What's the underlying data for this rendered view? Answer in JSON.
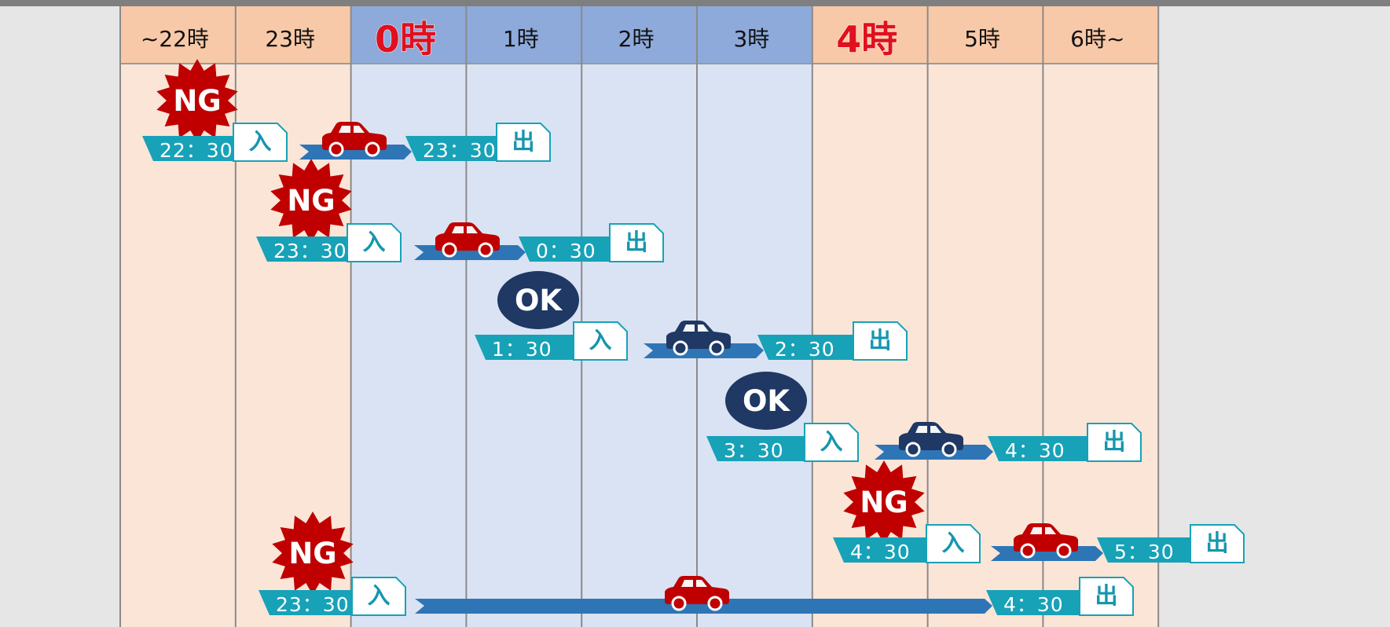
{
  "colors": {
    "outside_bg": "#fbe5d7",
    "inside_bg": "#dae3f3",
    "outside_header": "#f8c9a8",
    "inside_header": "#8eaadb",
    "time_label": "#17a2b8",
    "bar": "#2e75b6",
    "ng": "#c00000",
    "ok": "#1f3864",
    "car_ng": "#c00000",
    "car_ok": "#1f3864"
  },
  "header": {
    "columns": [
      {
        "label": "~22時",
        "big": false,
        "zone": "outside"
      },
      {
        "label": "23時",
        "big": false,
        "zone": "outside"
      },
      {
        "label": "0時",
        "big": true,
        "zone": "inside"
      },
      {
        "label": "1時",
        "big": false,
        "zone": "inside"
      },
      {
        "label": "2時",
        "big": false,
        "zone": "inside"
      },
      {
        "label": "3時",
        "big": false,
        "zone": "inside"
      },
      {
        "label": "4時",
        "big": true,
        "zone": "outside"
      },
      {
        "label": "5時",
        "big": false,
        "zone": "outside"
      },
      {
        "label": "6時~",
        "big": false,
        "zone": "outside"
      }
    ]
  },
  "parking_rows": [
    {
      "status": "NG",
      "in_time": "22：30",
      "in_tag": "入",
      "out_time": "23：30",
      "out_tag": "出",
      "car_icon": "red-car-icon"
    },
    {
      "status": "NG",
      "in_time": "23：30",
      "in_tag": "入",
      "out_time": "0：30",
      "out_tag": "出",
      "car_icon": "red-car-icon"
    },
    {
      "status": "OK",
      "in_time": "1：30",
      "in_tag": "入",
      "out_time": "2：30",
      "out_tag": "出",
      "car_icon": "navy-car-icon"
    },
    {
      "status": "OK",
      "in_time": "3：30",
      "in_tag": "入",
      "out_time": "4：30",
      "out_tag": "出",
      "car_icon": "navy-car-icon"
    },
    {
      "status": "NG",
      "in_time": "4：30",
      "in_tag": "入",
      "out_time": "5：30",
      "out_tag": "出",
      "car_icon": "red-car-icon"
    },
    {
      "status": "NG",
      "in_time": "23：30",
      "in_tag": "入",
      "out_time": "4：30",
      "out_tag": "出",
      "car_icon": "red-car-icon"
    }
  ]
}
